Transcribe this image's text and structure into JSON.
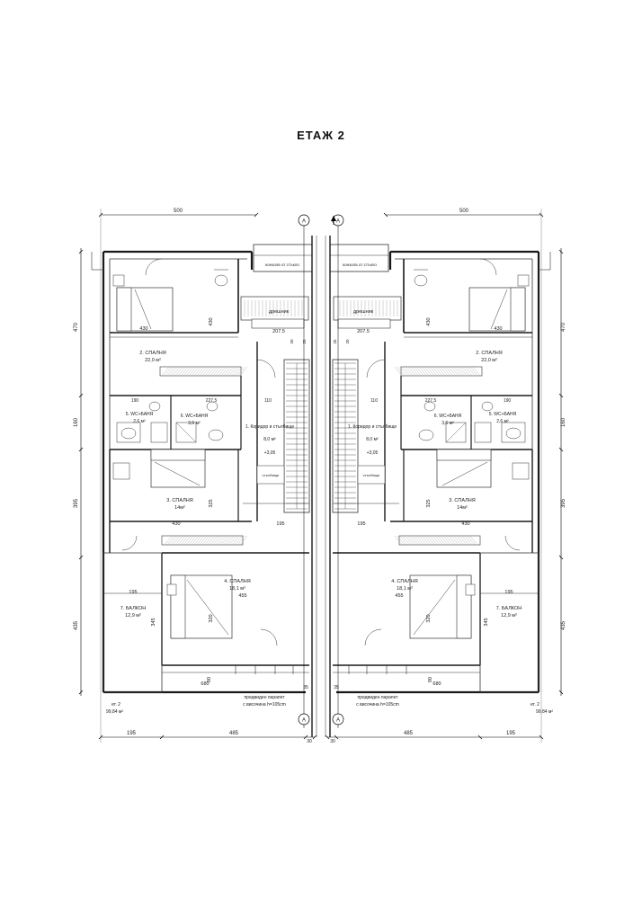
{
  "title": "ЕТАЖ 2",
  "dims": {
    "top_left": "500",
    "top_right": "500",
    "bottom": [
      "195",
      "485",
      "30",
      "30",
      "485",
      "195"
    ],
    "left": [
      "470",
      "160",
      "395",
      "435"
    ],
    "right": [
      "470",
      "160",
      "395",
      "435"
    ],
    "inner": {
      "bed2_width": "430",
      "bed2_depth": "430",
      "wardrobe": "207.5",
      "wc_row_a": "190",
      "wc_row_b": "227.5",
      "corridor_w": "110",
      "stair_v1": "20",
      "stair_v2": "25",
      "bed3_depth": "325",
      "bed3_width": "430",
      "corridor_b": "195",
      "bed4_width": "455",
      "bed4_depth": "320",
      "balcony_w": "195",
      "balcony_d": "345",
      "bottom_inner": "680",
      "stair_bottom": "90",
      "gap_a": "35",
      "gap_b": "35"
    }
  },
  "section_marker": "A",
  "glass_label": "конзола от стъкло",
  "rooms": {
    "wardrobe": "дрешник",
    "bed2_name": "2. СПАЛНЯ",
    "bed2_area": "22,0 м²",
    "wc5_name": "5. WC+БАНЯ",
    "wc5_area": "2,6 м²",
    "wc6_name": "6. WC+БАНЯ",
    "wc6_area": "3,6 м²",
    "corr_name": "1. Коридор и стълбище",
    "corr_area": "8,0 м²",
    "level": "+3,05",
    "stair_label": "стълбище",
    "bed3_name": "3. СПАЛНЯ",
    "bed3_area": "14м²",
    "bed4_name": "4. СПАЛНЯ",
    "bed4_area": "18,1 м²",
    "balcony_name": "7. БАЛКОН",
    "balcony_area": "12,9 м²",
    "parapet_1": "предвиден парапет",
    "parapet_2": "с височина h=105cm",
    "floor_note": "ет. 2",
    "floor_area": "99,84 м²"
  },
  "colors": {
    "wall": "#1a1a1a",
    "line": "#333333",
    "hatch": "#9a9a9a",
    "marker": "#ffffff"
  }
}
